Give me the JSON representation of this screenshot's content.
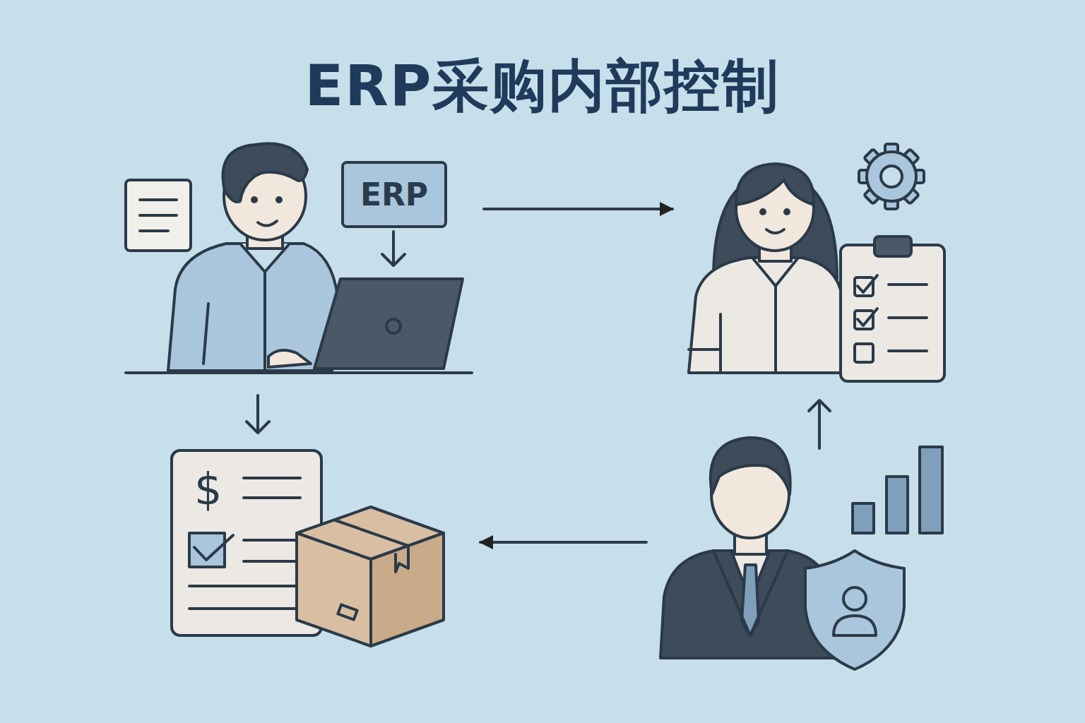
{
  "diagram": {
    "title": "ERP采购内部控制",
    "nodes": [
      {
        "text": [
          "ERP"
        ]
      }
    ],
    "labels": [
      "$"
    ]
  }
}
